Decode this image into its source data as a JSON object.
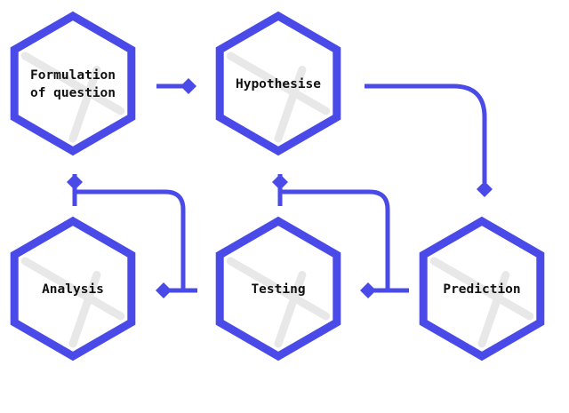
{
  "colors": {
    "accent": "#4a4ae8",
    "watermark": "#e8e8e8",
    "text": "#111111"
  },
  "diagram": {
    "nodes": [
      {
        "id": "formulation",
        "label_lines": [
          "Formulation",
          "of question"
        ]
      },
      {
        "id": "hypothesise",
        "label_lines": [
          "Hypothesise"
        ]
      },
      {
        "id": "prediction",
        "label_lines": [
          "Prediction"
        ]
      },
      {
        "id": "testing",
        "label_lines": [
          "Testing"
        ]
      },
      {
        "id": "analysis",
        "label_lines": [
          "Analysis"
        ]
      }
    ],
    "edges": [
      {
        "from": "formulation",
        "to": "hypothesise"
      },
      {
        "from": "hypothesise",
        "to": "prediction"
      },
      {
        "from": "prediction",
        "to": "testing"
      },
      {
        "from": "testing",
        "to": "analysis"
      },
      {
        "from": "testing",
        "to": "hypothesise"
      },
      {
        "from": "analysis",
        "to": "formulation"
      }
    ]
  },
  "caption": {
    "text": ""
  }
}
